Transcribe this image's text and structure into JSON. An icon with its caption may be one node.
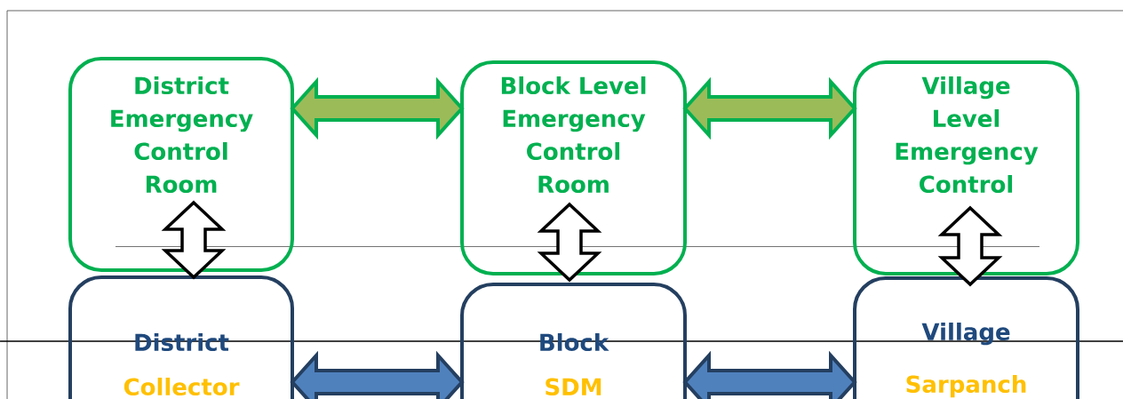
{
  "diagram": {
    "nodes": [
      {
        "text": [
          "District Emergency Control Room"
        ]
      },
      {
        "text": [
          "Block Level Emergency Control Room"
        ]
      },
      {
        "text": [
          "Village Level Emergency Control"
        ]
      },
      {
        "text": [
          "District",
          "Collector"
        ]
      },
      {
        "text": [
          "Block",
          "SDM"
        ]
      },
      {
        "text": [
          "Village",
          "Sarpanch"
        ]
      }
    ],
    "edges": [
      {
        "from": 0,
        "to": 1,
        "arrow": "both",
        "color": "#00b050"
      },
      {
        "from": 1,
        "to": 2,
        "arrow": "both",
        "color": "#00b050"
      },
      {
        "from": 0,
        "to": 3,
        "arrow": "both"
      },
      {
        "from": 1,
        "to": 4,
        "arrow": "both"
      },
      {
        "from": 2,
        "to": 5,
        "arrow": "both"
      },
      {
        "from": 3,
        "to": 4,
        "arrow": "both",
        "color": "#243f60"
      },
      {
        "from": 4,
        "to": 5,
        "arrow": "both",
        "color": "#243f60"
      }
    ]
  }
}
